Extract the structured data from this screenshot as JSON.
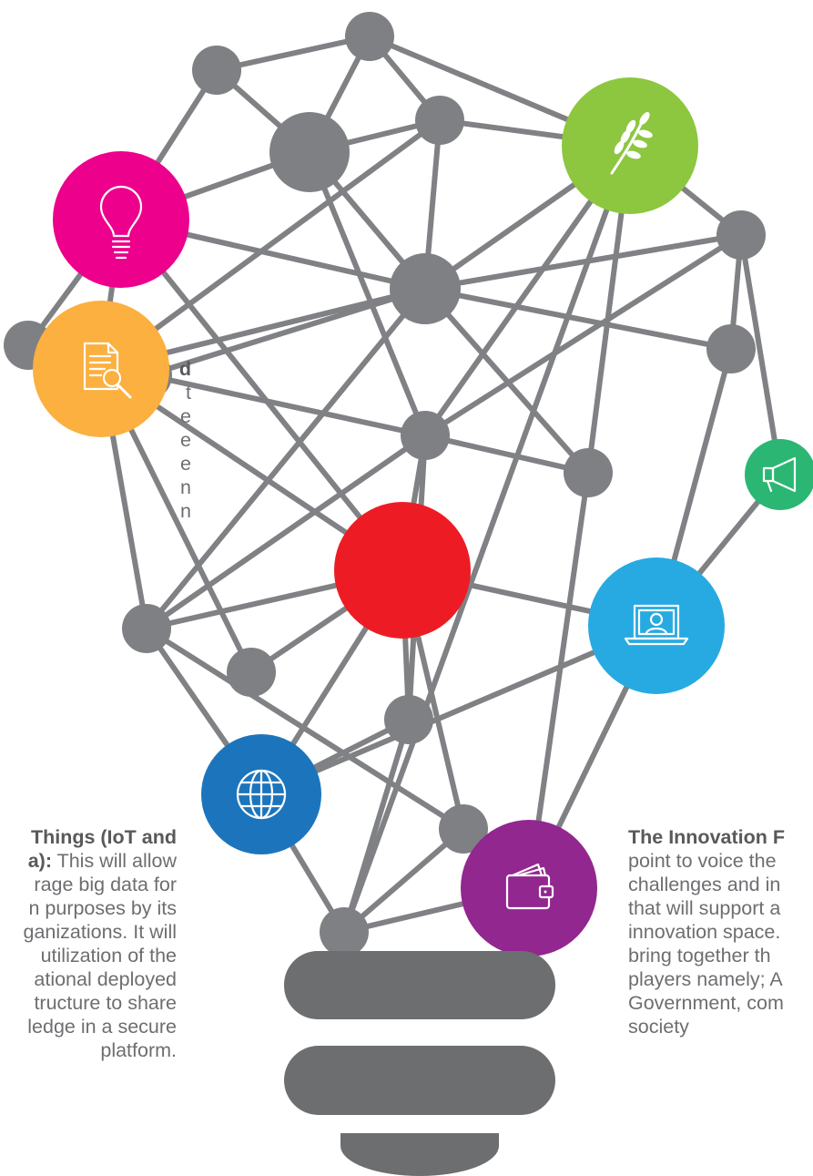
{
  "colors": {
    "line": "#808184",
    "node": "#7f8083",
    "base": "#6d6e70",
    "center": "#ed1c24",
    "bulb_node": "#ec008c",
    "leaf_node": "#8dc63f",
    "doc_node": "#fbb040",
    "laptop_node": "#27aae1",
    "megaphone_node": "#2bb673",
    "globe_node": "#1c75bc",
    "wallet_node": "#92278f"
  },
  "icons": {
    "bulb_node": "lightbulb-icon",
    "leaf_node": "wheat-icon",
    "doc_node": "document-search-icon",
    "laptop_node": "laptop-user-icon",
    "megaphone_node": "megaphone-icon",
    "globe_node": "globe-icon",
    "wallet_node": "wallet-icon"
  },
  "left_fragment": {
    "title": "d",
    "lines": [
      "t",
      "e",
      "e",
      "e",
      "n",
      "n"
    ]
  },
  "iot_block": {
    "title": "Things (IoT and",
    "lead": "a):",
    "first_line_rest": " This will allow",
    "lines": [
      "rage big data for",
      "n purposes by its",
      "ganizations. It will",
      "utilization of the",
      "ational deployed",
      "tructure to share",
      "ledge in a secure",
      "platform."
    ]
  },
  "innovation_block": {
    "title": "The Innovation F",
    "lines": [
      "point to voice the",
      "challenges and in",
      "that will support a",
      "innovation space.",
      "bring together th",
      "players namely; A",
      "Government, com",
      "society"
    ]
  }
}
